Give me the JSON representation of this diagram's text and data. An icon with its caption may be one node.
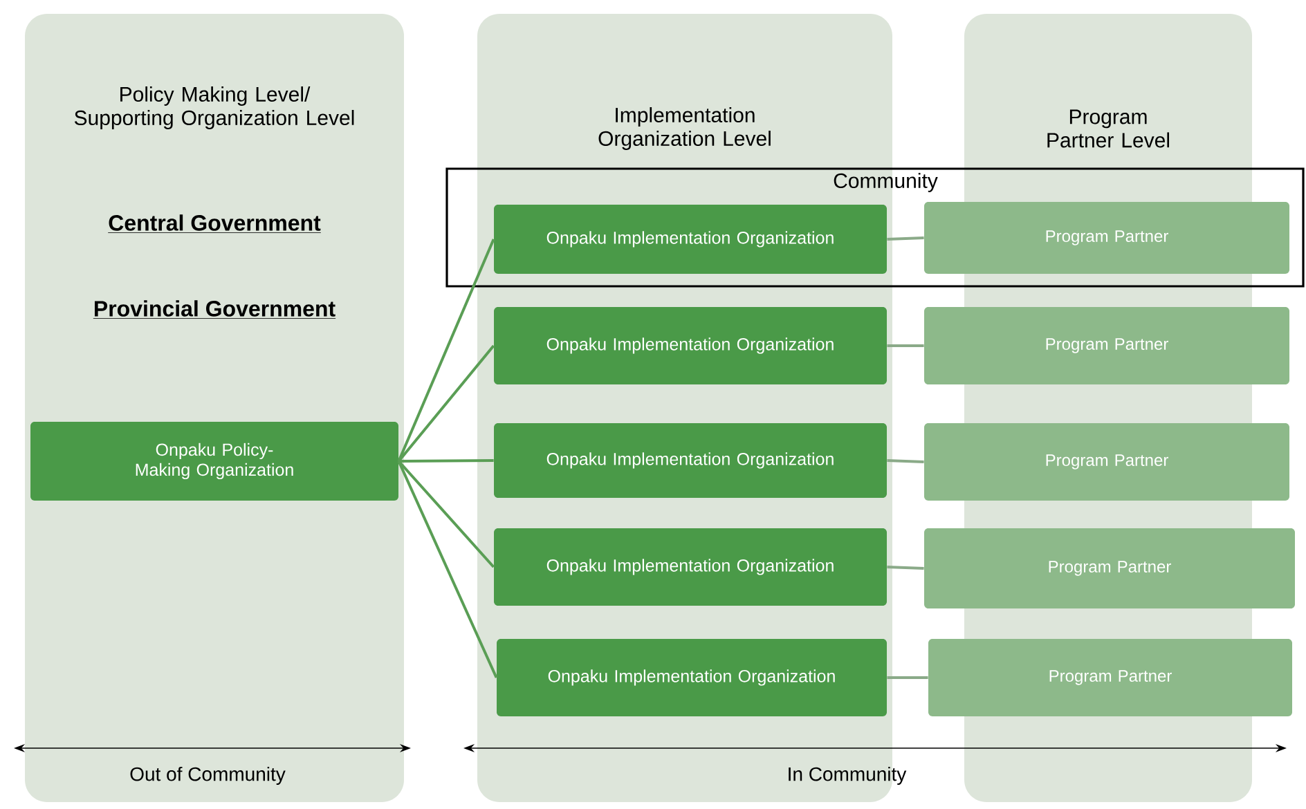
{
  "diagram": {
    "nodes": [
      {
        "text": [
          "Policy Making Level/ Supporting Organization Level",
          "Central Government",
          "Provincial Government"
        ]
      },
      {
        "text": [
          "Implementation Organization Level"
        ]
      },
      {
        "text": [
          "Program Partner Level"
        ]
      },
      {
        "text": [
          "Onpaku Policy-Making Organization"
        ],
        "in": 0
      },
      {
        "text": [
          "Onpaku Implementation Organization"
        ],
        "in": 1
      },
      {
        "text": [
          "Onpaku Implementation Organization"
        ],
        "in": 1
      },
      {
        "text": [
          "Onpaku Implementation Organization"
        ],
        "in": 1
      },
      {
        "text": [
          "Onpaku Implementation Organization"
        ],
        "in": 1
      },
      {
        "text": [
          "Onpaku Implementation Organization"
        ],
        "in": 1
      },
      {
        "text": [
          "Program Partner"
        ]
      },
      {
        "text": [
          "Program Partner"
        ]
      },
      {
        "text": [
          "Program Partner"
        ]
      },
      {
        "text": [
          "Program Partner"
        ]
      },
      {
        "text": [
          "Program Partner"
        ]
      }
    ],
    "edges": [
      {
        "from": 3,
        "to": 4,
        "arrow": "none"
      },
      {
        "from": 3,
        "to": 5,
        "arrow": "none"
      },
      {
        "from": 3,
        "to": 6,
        "arrow": "none"
      },
      {
        "from": 3,
        "to": 7,
        "arrow": "none"
      },
      {
        "from": 3,
        "to": 8,
        "arrow": "none"
      },
      {
        "from": 4,
        "to": 9,
        "arrow": "none",
        "color": "#8aaa88"
      },
      {
        "from": 5,
        "to": 10,
        "arrow": "none",
        "color": "#8aaa88"
      },
      {
        "from": 6,
        "to": 11,
        "arrow": "none",
        "color": "#8aaa88"
      },
      {
        "from": 7,
        "to": 12,
        "arrow": "none",
        "color": "#8aaa88"
      },
      {
        "from": 8,
        "to": 13,
        "arrow": "none",
        "color": "#8aaa88"
      }
    ],
    "labels": [
      "Community",
      "Out of Community",
      "In Community"
    ]
  }
}
